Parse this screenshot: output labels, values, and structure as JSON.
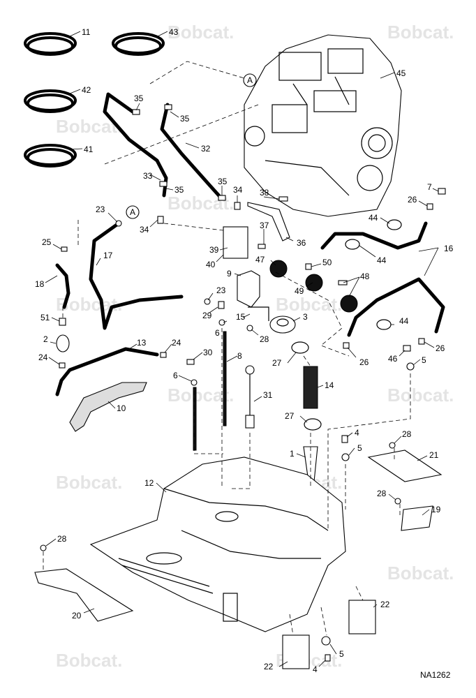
{
  "drawing": {
    "code": "NA1262",
    "watermark": "Bobcat.",
    "view_ref": "A",
    "labels": [
      "11",
      "43",
      "42",
      "41",
      "35",
      "35",
      "32",
      "33",
      "35",
      "35",
      "34",
      "38",
      "45",
      "7",
      "26",
      "23",
      "34",
      "39",
      "37",
      "36",
      "40",
      "44",
      "44",
      "16",
      "25",
      "17",
      "18",
      "9",
      "47",
      "50",
      "49",
      "48",
      "23",
      "29",
      "6",
      "15",
      "3",
      "28",
      "51",
      "2",
      "24",
      "13",
      "24",
      "30",
      "6",
      "8",
      "27",
      "14",
      "31",
      "26",
      "44",
      "26",
      "46",
      "5",
      "10",
      "27",
      "4",
      "5",
      "1",
      "28",
      "21",
      "12",
      "28",
      "19",
      "28",
      "20",
      "22",
      "5",
      "22",
      "4"
    ]
  }
}
